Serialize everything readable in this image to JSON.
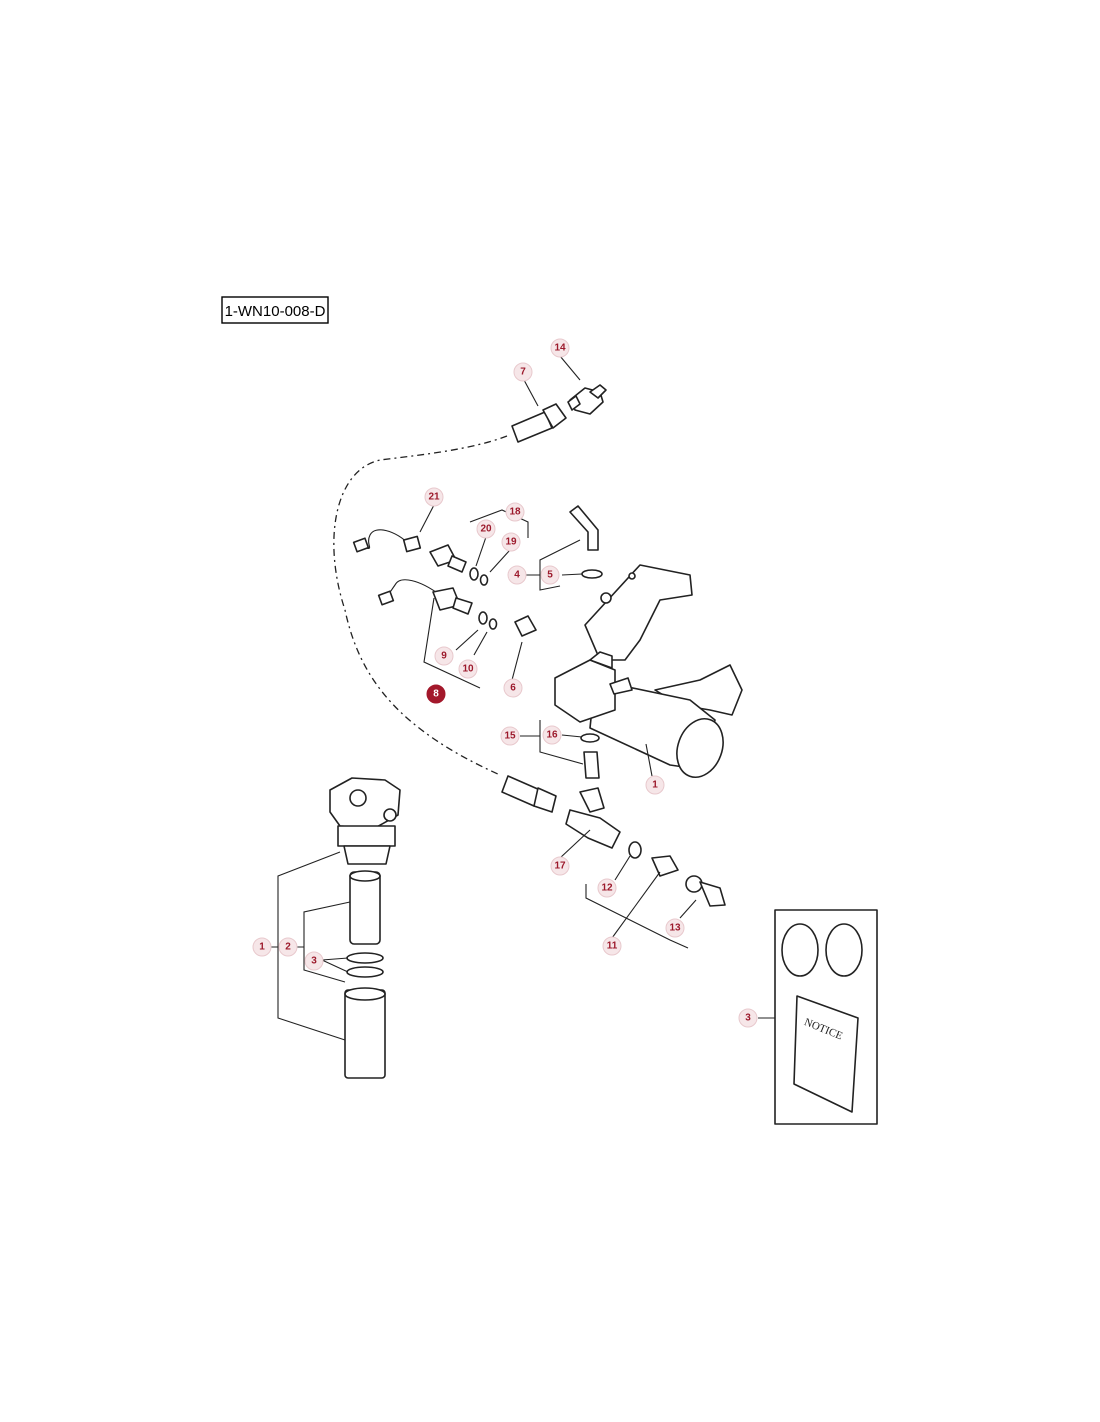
{
  "diagram_ref": "1-WN10-008-D",
  "callouts": [
    {
      "label": "14",
      "highlighted": false
    },
    {
      "label": "7",
      "highlighted": false
    },
    {
      "label": "21",
      "highlighted": false
    },
    {
      "label": "18",
      "highlighted": false
    },
    {
      "label": "20",
      "highlighted": false
    },
    {
      "label": "19",
      "highlighted": false
    },
    {
      "label": "4",
      "highlighted": false
    },
    {
      "label": "5",
      "highlighted": false
    },
    {
      "label": "9",
      "highlighted": false
    },
    {
      "label": "10",
      "highlighted": false
    },
    {
      "label": "6",
      "highlighted": false
    },
    {
      "label": "8",
      "highlighted": true
    },
    {
      "label": "15",
      "highlighted": false
    },
    {
      "label": "16",
      "highlighted": false
    },
    {
      "label": "1",
      "highlighted": false
    },
    {
      "label": "17",
      "highlighted": false
    },
    {
      "label": "12",
      "highlighted": false
    },
    {
      "label": "13",
      "highlighted": false
    },
    {
      "label": "11",
      "highlighted": false
    },
    {
      "label": "1",
      "highlighted": false
    },
    {
      "label": "2",
      "highlighted": false
    },
    {
      "label": "3",
      "highlighted": false
    },
    {
      "label": "3",
      "highlighted": false
    }
  ],
  "notice_label": "NOTICE",
  "colors": {
    "callout_fill": "#f6e6e8",
    "callout_text": "#9c1a2c",
    "callout_highlight": "#a3182b",
    "line": "#222222"
  }
}
